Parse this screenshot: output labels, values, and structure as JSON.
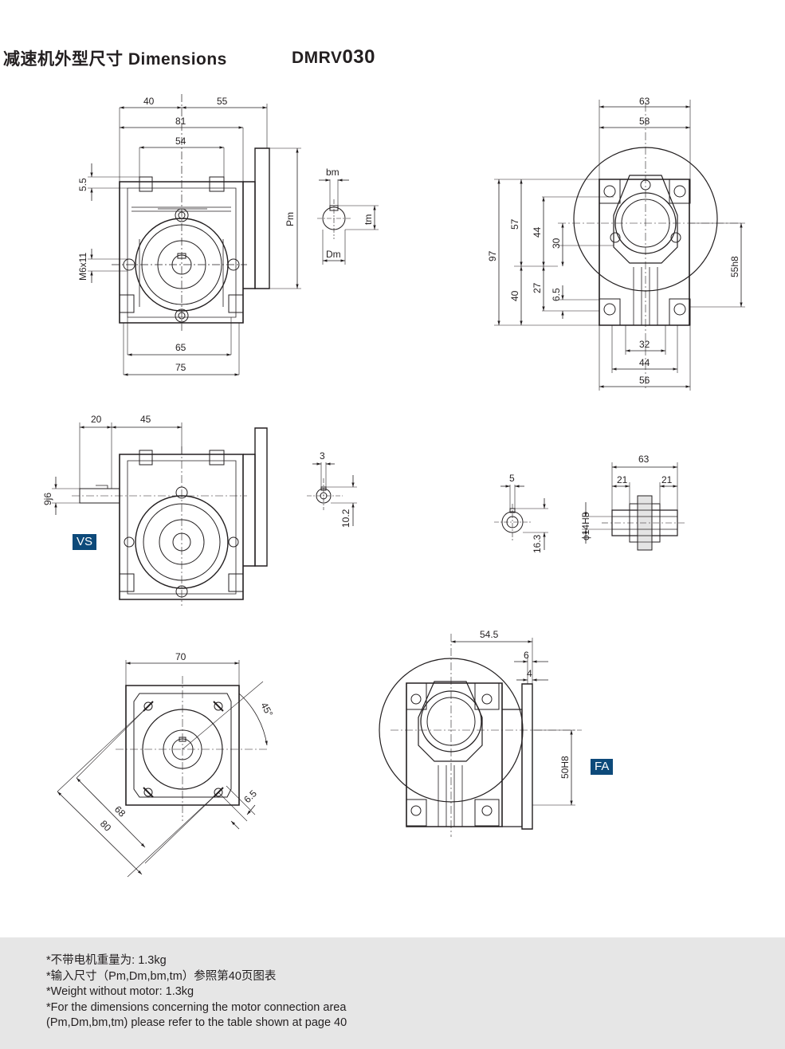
{
  "header": {
    "title": "减速机外型尺寸 Dimensions",
    "model_prefix": "DMRV",
    "model_number": "030"
  },
  "badges": {
    "vs": "VS",
    "fa": "FA"
  },
  "dims": {
    "front": {
      "d40": "40",
      "d55": "55",
      "d81": "81",
      "d54": "54",
      "d5_5": "5.5",
      "m6x11": "M6x11",
      "d65": "65",
      "d75": "75",
      "pm": "Pm"
    },
    "key": {
      "bm": "bm",
      "tm": "tm",
      "dm": "Dm"
    },
    "side": {
      "d63": "63",
      "d58": "58",
      "d97": "97",
      "d57": "57",
      "d44": "44",
      "d30": "30",
      "d27": "27",
      "d6_5": "6.5",
      "d40": "40",
      "d55h8": "55h8",
      "d32": "32",
      "d44b": "44",
      "d56": "56"
    },
    "vs": {
      "d20": "20",
      "d45": "45",
      "d9j6": "9j6",
      "d3": "3",
      "d10_2": "10.2"
    },
    "hollow": {
      "d5": "5",
      "d16_3": "16.3",
      "d63": "63",
      "d21a": "21",
      "d21b": "21",
      "phi14h8": "ϕ14H8"
    },
    "flange": {
      "d70": "70",
      "d45deg": "45°",
      "d6_5": "6.5",
      "d68": "68",
      "d80": "80"
    },
    "fa": {
      "d54_5": "54.5",
      "d6": "6",
      "d4": "4",
      "d50h8": "50H8"
    }
  },
  "footer": {
    "line1": "*不带电机重量为: 1.3kg",
    "line2": "*输入尺寸（Pm,Dm,bm,tm）参照第40页图表",
    "line3": "*Weight without motor: 1.3kg",
    "line4": "*For the dimensions concerning the motor connection area",
    "line5": "(Pm,Dm,bm,tm) please refer to the table shown at page 40"
  }
}
